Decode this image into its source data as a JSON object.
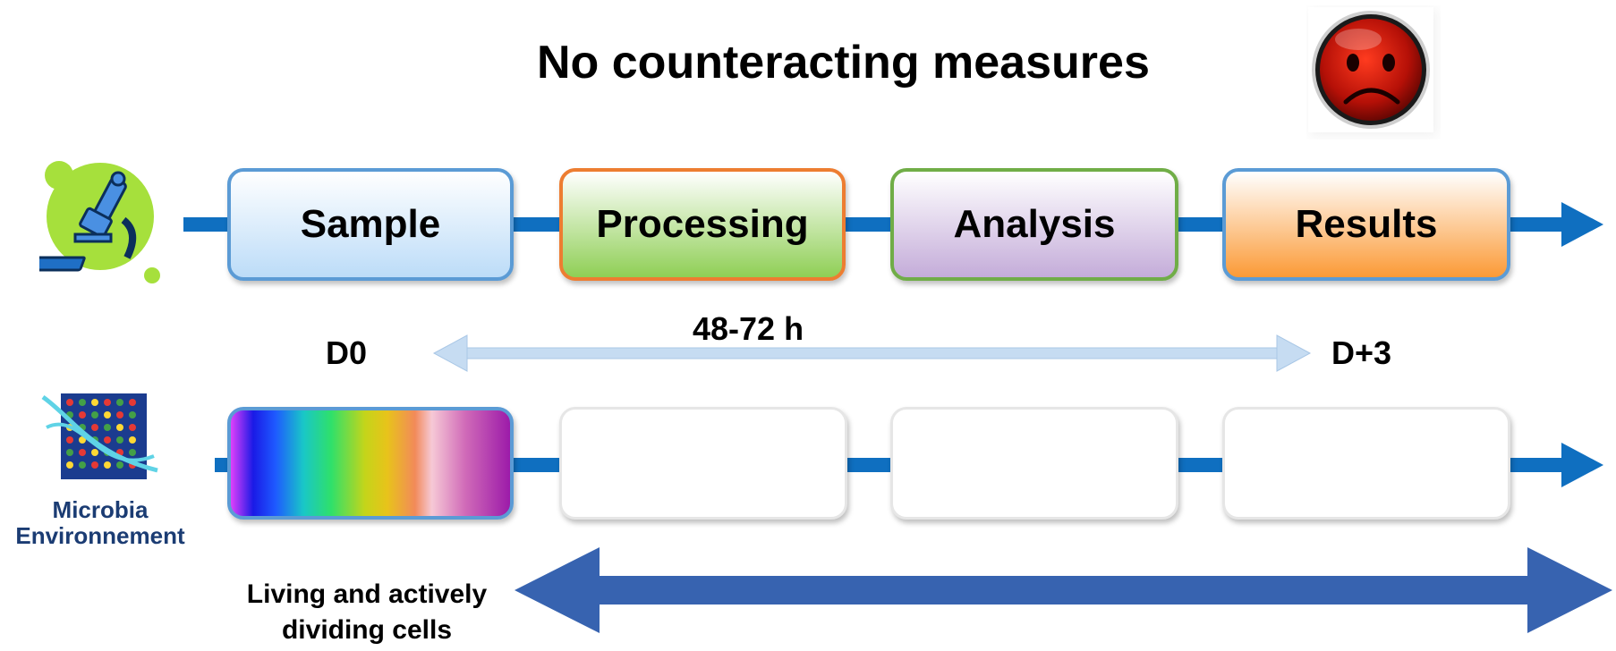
{
  "title": "No counteracting measures",
  "stages": [
    "Sample",
    "Processing",
    "Analysis",
    "Results"
  ],
  "timeline": {
    "start_label": "D0",
    "duration_label": "48-72 h",
    "end_label": "D+3"
  },
  "microbia": {
    "line1": "Microbia",
    "line2": "Environnement"
  },
  "cells_label": {
    "line1": "Living and actively",
    "line2": "dividing cells"
  },
  "colors": {
    "flow_line": "#0f6fc0",
    "sample_fill": "#cfe6fb",
    "sample_border": "#5b9bd5",
    "processing_fill": "#8fcf55",
    "processing_border": "#ed7d31",
    "analysis_fill": "#c9b3dc",
    "analysis_border": "#70ad47",
    "results_fill": "#fba64a",
    "results_border": "#5b9bd5",
    "big_arrow": "#3763b0",
    "timeline_arrow": "#c6dcf2"
  },
  "icons": {
    "microscope": "microscope-icon",
    "sad_face": "sad-face-icon",
    "microbia_logo": "microbia-logo-icon"
  }
}
